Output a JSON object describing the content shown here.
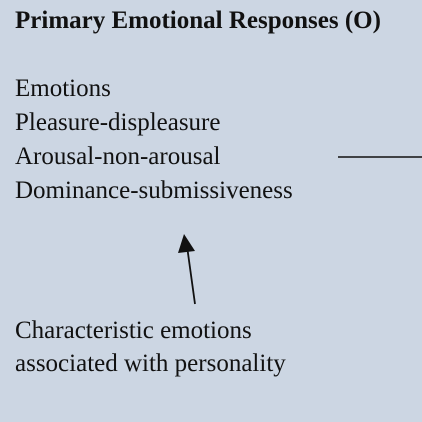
{
  "box": {
    "title": "Primary Emotional Responses (O)",
    "items": [
      "Emotions",
      "Pleasure-displeasure",
      "Arousal-non-arousal",
      "Dominance-submissiveness"
    ]
  },
  "note": {
    "lines": [
      "Characteristic emotions",
      "associated with personality"
    ]
  },
  "colors": {
    "background": "#ccd6e3",
    "text": "#111111",
    "line": "#111111"
  }
}
